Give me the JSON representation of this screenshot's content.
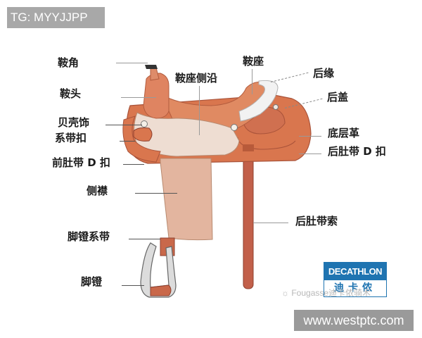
{
  "watermark_top": "TG: MYYJJPP",
  "watermark_bottom": "www.westptc.com",
  "diagram": {
    "subject": "saddle",
    "labels_left": [
      {
        "id": "horn",
        "text": "鞍角"
      },
      {
        "id": "pommel",
        "text": "鞍头"
      },
      {
        "id": "concho",
        "text": "贝壳饰"
      },
      {
        "id": "tie-buckle",
        "text": "系带扣"
      },
      {
        "id": "front-cinch-d-ring",
        "text": "前肚带 D 扣"
      },
      {
        "id": "fender",
        "text": "侧襟"
      },
      {
        "id": "stirrup-leather",
        "text": "脚镫系带"
      },
      {
        "id": "stirrup",
        "text": "脚镫"
      }
    ],
    "labels_top": [
      {
        "id": "seat-jockey",
        "text": "鞍座侧沿"
      },
      {
        "id": "seat",
        "text": "鞍座"
      }
    ],
    "labels_right": [
      {
        "id": "cantle-binding",
        "text": "后缘"
      },
      {
        "id": "cantle",
        "text": "后盖"
      },
      {
        "id": "skirt",
        "text": "底层革"
      },
      {
        "id": "rear-cinch-d-ring",
        "text": "后肚带 D 扣"
      },
      {
        "id": "rear-cinch-strap",
        "text": "后肚带索"
      }
    ]
  },
  "logo": {
    "brand": "DECATHLON",
    "brand_cn": "迪卡侬",
    "wechat_text": "Fougasse迪卡侬骑术"
  },
  "colors": {
    "leather": "#d9764e",
    "leather_dark": "#b85a3a",
    "seat_light": "#eeddd2",
    "cantle_white": "#f2f2f2",
    "decathlon_blue": "#1f74b1"
  }
}
